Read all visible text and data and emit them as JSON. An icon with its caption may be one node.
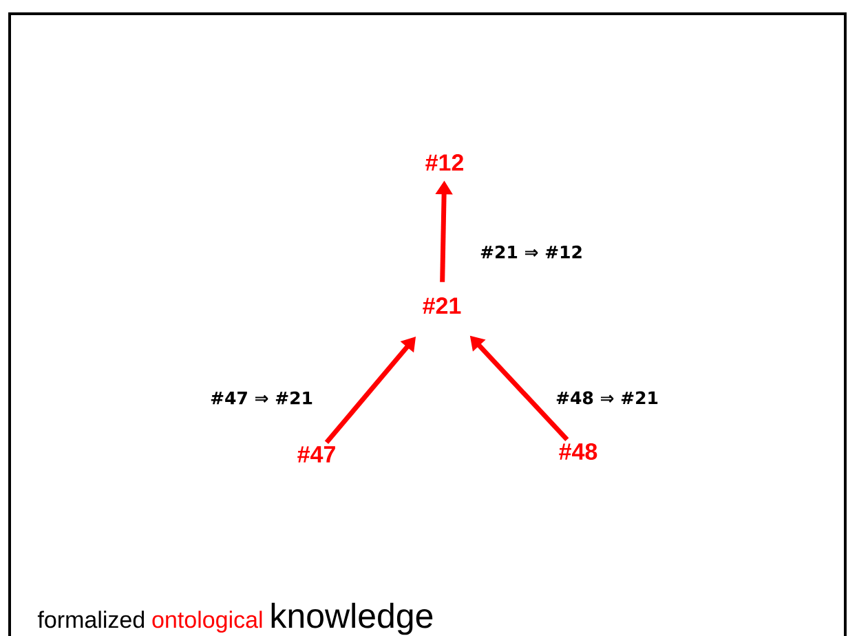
{
  "diagram": {
    "nodes": [
      {
        "text": [
          "#12"
        ]
      },
      {
        "text": [
          "#21"
        ]
      },
      {
        "text": [
          "#47"
        ]
      },
      {
        "text": [
          "#48"
        ]
      }
    ],
    "edges": [
      {
        "from": 1,
        "to": 0,
        "arrow": "to",
        "label": "#21 ⇒ #12"
      },
      {
        "from": 2,
        "to": 1,
        "arrow": "to",
        "label": "#47 ⇒ #21"
      },
      {
        "from": 3,
        "to": 1,
        "arrow": "to",
        "label": "#48 ⇒ #21"
      }
    ],
    "labels": [
      "formalized",
      "ontological",
      "knowledge"
    ]
  }
}
